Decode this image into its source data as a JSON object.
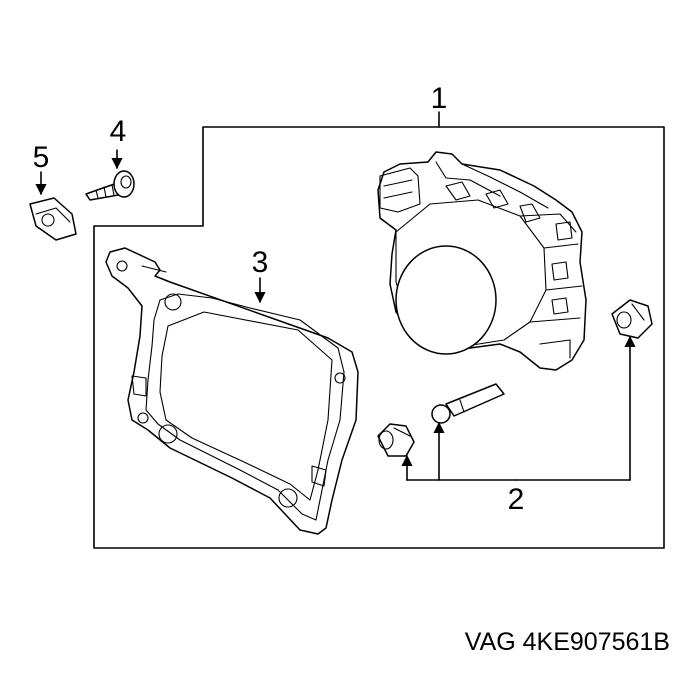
{
  "callouts": {
    "c1": "1",
    "c2": "2",
    "c3": "3",
    "c4": "4",
    "c5": "5"
  },
  "caption": {
    "part_number": "VAG 4KE907561B"
  }
}
